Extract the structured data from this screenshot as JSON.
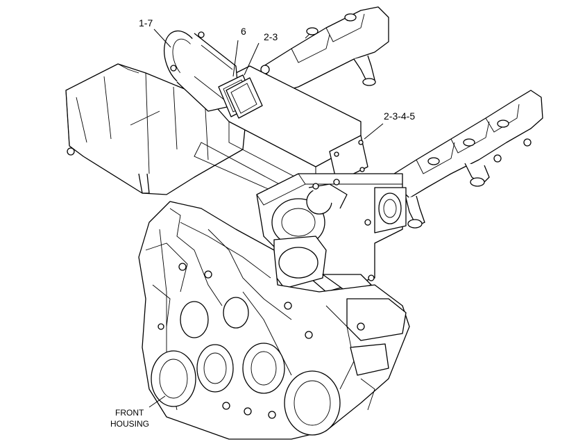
{
  "callouts": {
    "c17": "1-7",
    "c6": "6",
    "c23": "2-3",
    "c2345": "2-3-4-5",
    "front_line1": "FRONT",
    "front_line2": "HOUSING"
  }
}
